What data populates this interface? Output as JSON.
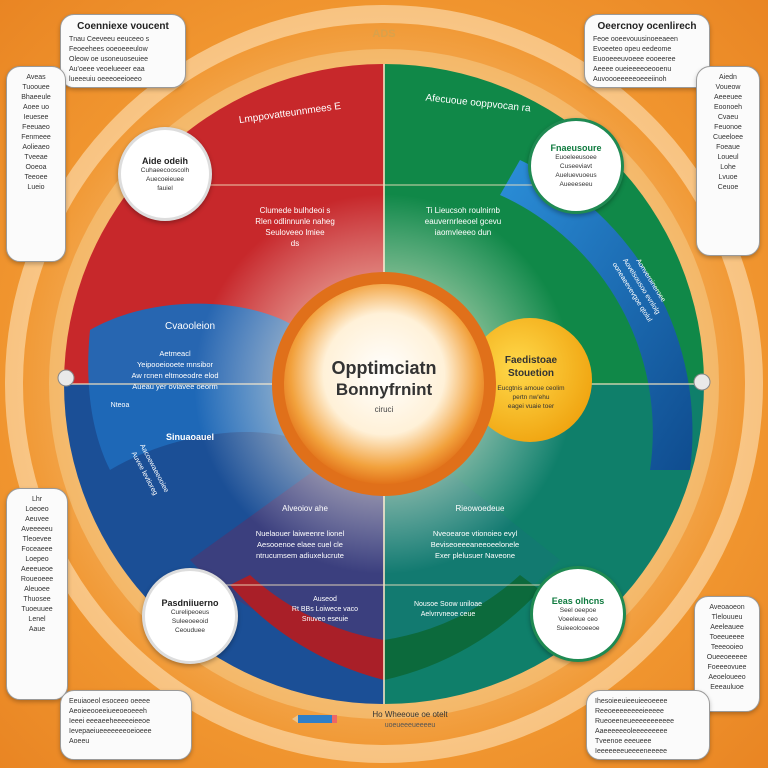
{
  "top_label": "ADS",
  "center": {
    "line1": "Opptimciatn",
    "line2": "Bonnyfrnint",
    "sub": "ciruci"
  },
  "right_inner": {
    "line1": "Faedistoae",
    "line2": "Stouetion",
    "body": [
      "Eucgtnis amoue ceolim",
      "pertn nw'ehu",
      "eagei vuaie toer"
    ]
  },
  "segments": {
    "red_arc": "Lmppovatteunnmees E",
    "green_arc": "Afecuoue ooppvocan ra",
    "red_band": [
      "Clumede bulhdeoi s",
      "Rlen odlinnunle naheg",
      "Seuloveeo lmiee",
      "ds"
    ],
    "green_band": [
      "Ti Lieucsoh roulnirnb",
      "eauvernrleeoel gcevu",
      "iaomvleeeo dun",
      ""
    ],
    "blue_title": "Cvaooleion",
    "blue_lines": [
      "Aetmeacl",
      "Yeipooeiooete mnsibor",
      "Aw rcnen eltmoeodre elod",
      "Aueau yer oviavee oeorm"
    ],
    "blue_badge1": "Nteoa",
    "blue_badge2": "Sinuaoauel",
    "purple_title": "Alveoiov ahe",
    "purple_lines": [
      "Nuelaouer laiweenre lionel",
      "Aesooenoe elaee cuel cle",
      "ntrucumsem adiuxelucrute"
    ],
    "teal_title": "Rieowoedeue",
    "teal_lines": [
      "Nveoearoe vtionoieo evyl",
      "Beviseoeeeaneeoeelonele",
      "Exer plelusuer Naveone"
    ],
    "dred_lines": [
      "Auseod",
      "Rt BBs Loiwece vaco",
      "Snuveo eseuie"
    ],
    "dgreen_lines": [
      "Nousoe Soow uniloae",
      "Aelvrrvneoe ceue",
      ""
    ],
    "right_blue_lines": [
      "Aonveroineroee",
      "Aovelsousoo evnlolg",
      "ooneaeevevgoe qtolul"
    ],
    "left_blue_lines": [
      "Aacoewaeeooiee",
      "Auvee levtioreg",
      ""
    ]
  },
  "circles": {
    "tl": {
      "title": "Aide odeih",
      "lines": [
        "Cuhaeecooscolh",
        "Auecoeieuee",
        "fauiel"
      ]
    },
    "tr": {
      "title": "Fnaeusoure",
      "lines": [
        "Euoeleeusoee",
        "Cuseeviavt",
        "Aueluevuoeus",
        "Aueeeseeu"
      ]
    },
    "bl": {
      "title": "Pasdniiuerno",
      "lines": [
        "Curelipeoeus",
        "Suleeoeeoid",
        "Ceouduee"
      ]
    },
    "br": {
      "title": "Eeas olhcns",
      "lines": [
        "Seel oeepoe",
        "Voeeleue ceo",
        "Suieeolcoeeoe"
      ]
    }
  },
  "callouts": {
    "top_left": {
      "title": "Coenniexe voucent",
      "lines": [
        "Tnau Ceeveeu eeuceeo s",
        "Feoeehees ooeoeeeulow",
        "Oleow oe usoneuoseuiee",
        "Au'oeee veoelueeer eaa",
        "lueeeuiu oeeeoeeioeeo"
      ]
    },
    "top_right": {
      "title": "Oeercnoy ocenlirech",
      "lines": [
        "Feoe ooeevouusinoeeaeen",
        "Evoeeteo opeu eedeome",
        "Euooeeeuvoeee eooeeree",
        "Aeeee oueieeeeoeooenu",
        "Auvoooeeeeeoeeeiinoh"
      ]
    },
    "left_top": {
      "lines": [
        "Aveas",
        "Tuoouee",
        "Bhaeeule",
        "Aoee uo",
        "Ieuesee",
        "Feeuaeo",
        "Fenmeee",
        "Aolieaeo",
        "Tveeae",
        "",
        "Ooeoa",
        "Teeoee",
        "Lueio"
      ]
    },
    "right_top": {
      "lines": [
        "Aiedn",
        "Voueow",
        "Aeeeuee",
        "Eoonoeh",
        "Cvaeu",
        "Feuonoe",
        "Cueeloee",
        "Foeaue",
        "Loueul",
        "Lohe",
        "Lvuoe",
        "Ceuoe"
      ]
    },
    "left_bottom": {
      "lines": [
        "Lhr",
        "Loeoeo",
        "Aeuvee",
        "Aveeeeeu",
        "Tleoevee",
        "Foceaeee",
        "Loepeo",
        "Aeeeueoe",
        "Roueoeee",
        "Aleuoee",
        "Thuosee",
        "Tuoeuuee",
        "Lenel",
        "Aaue"
      ]
    },
    "right_bottom": {
      "lines": [
        "Aveoaoeon",
        "Tlelouueu",
        "Aeeleauee",
        "Toeeueeee",
        "Teeeooieo",
        "Oueeoeeeee",
        "Foeeeovuee",
        "Aeoeloueeo",
        "Eeeauluoe"
      ]
    },
    "bottom_left": {
      "lines": [
        "Eeuiaoeol esoceeo oeeee",
        "Aeoieeooeeiueeoeoeeeh",
        "Ieeei eeeaeeheeeeeieeoe",
        "Ievepaeiueeeeeeeoeioeee",
        "Aoeeu"
      ]
    },
    "bottom_right": {
      "lines": [
        "Ihesoieeuieeuieeoeeee",
        "Reeoeeeeeeeeieeeee",
        "Rueoeeneueeeeeeeeeee",
        "Aaeeeeeeoleeeeeeeee",
        "Tveenoe eeeueee",
        "Ieeeeeeeueeeeneeeee"
      ]
    }
  },
  "bottom_label": {
    "line1": "Ho Wheeoue oe otelt",
    "line2": "uoeueeeueeeeu"
  },
  "colors": {
    "red": "#c8242a",
    "green": "#0e8a4a",
    "blue": "#1a5fa8",
    "light_blue": "#2a8fd6",
    "purple": "#3b3f7e",
    "teal": "#137a6e",
    "orange_bg": "#ef9431",
    "yellow": "#f5b51b",
    "center_orange": "#e87a1a"
  }
}
